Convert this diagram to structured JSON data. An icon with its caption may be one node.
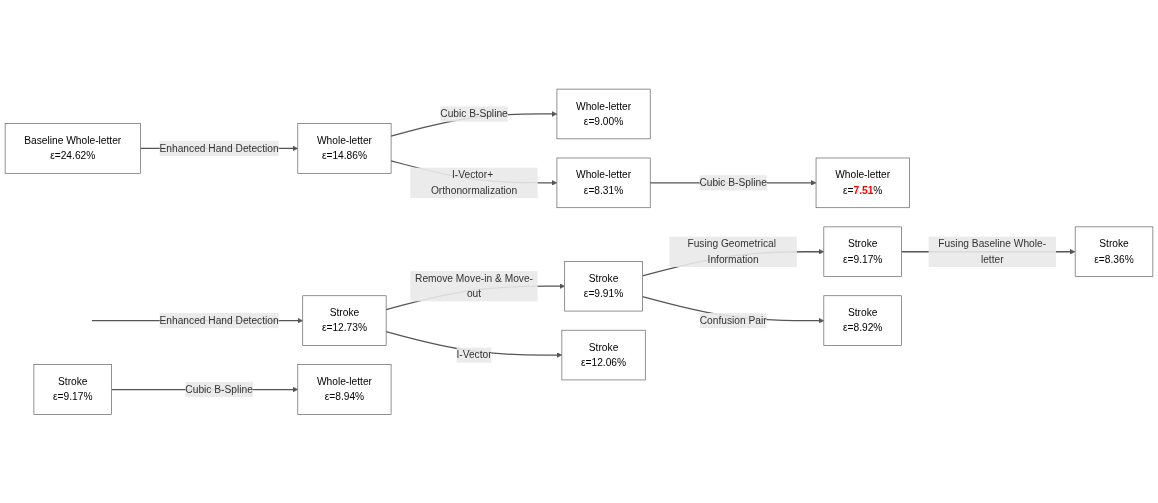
{
  "diagram": {
    "nodes": [
      {
        "text": [
          "Baseline Whole-letter",
          "ε=24.62%"
        ]
      },
      {
        "text": [
          "Whole-letter",
          "ε=14.86%"
        ]
      },
      {
        "text": [
          "Whole-letter",
          "ε=9.00%"
        ]
      },
      {
        "text": [
          "Whole-letter",
          "ε=8.31%"
        ]
      },
      {
        "text": [
          "Whole-letter",
          "ε=**7.51**%"
        ]
      },
      {
        "text": [
          "Stroke",
          "ε=12.73%"
        ]
      },
      {
        "text": [
          "Stroke",
          "ε=9.91%"
        ]
      },
      {
        "text": [
          "Stroke",
          "ε=9.17%"
        ]
      },
      {
        "text": [
          "Stroke",
          "ε=8.36%"
        ]
      },
      {
        "text": [
          "Stroke",
          "ε=12.06%"
        ]
      },
      {
        "text": [
          "Stroke",
          "ε=8.92%"
        ]
      },
      {
        "text": [
          "Stroke",
          "ε=9.17%"
        ]
      },
      {
        "text": [
          "Whole-letter",
          "ε=8.94%"
        ]
      }
    ],
    "edges": [
      {
        "from": 0,
        "to": 1,
        "arrow": "to",
        "label": "Enhanced Hand Detection"
      },
      {
        "from": 1,
        "to": 2,
        "arrow": "to",
        "label": "Cubic B-Spline"
      },
      {
        "from": 1,
        "to": 3,
        "arrow": "to",
        "label": "I-Vector+ Orthonormalization"
      },
      {
        "from": 3,
        "to": 4,
        "arrow": "to",
        "label": "Cubic B-Spline"
      },
      {
        "from": null,
        "to": 5,
        "arrow": "to",
        "label": "Enhanced Hand Detection"
      },
      {
        "from": 5,
        "to": 6,
        "arrow": "to",
        "label": "Remove Move-in & Move-out"
      },
      {
        "from": 6,
        "to": 7,
        "arrow": "to",
        "label": "Fusing Geometrical Information"
      },
      {
        "from": 7,
        "to": 8,
        "arrow": "to",
        "label": "Fusing Baseline Whole-letter"
      },
      {
        "from": 5,
        "to": 9,
        "arrow": "to",
        "label": "I-Vector"
      },
      {
        "from": 6,
        "to": 10,
        "arrow": "to",
        "label": "Confusion Pair"
      },
      {
        "from": 11,
        "to": 12,
        "arrow": "to",
        "label": "Cubic B-Spline"
      }
    ]
  }
}
